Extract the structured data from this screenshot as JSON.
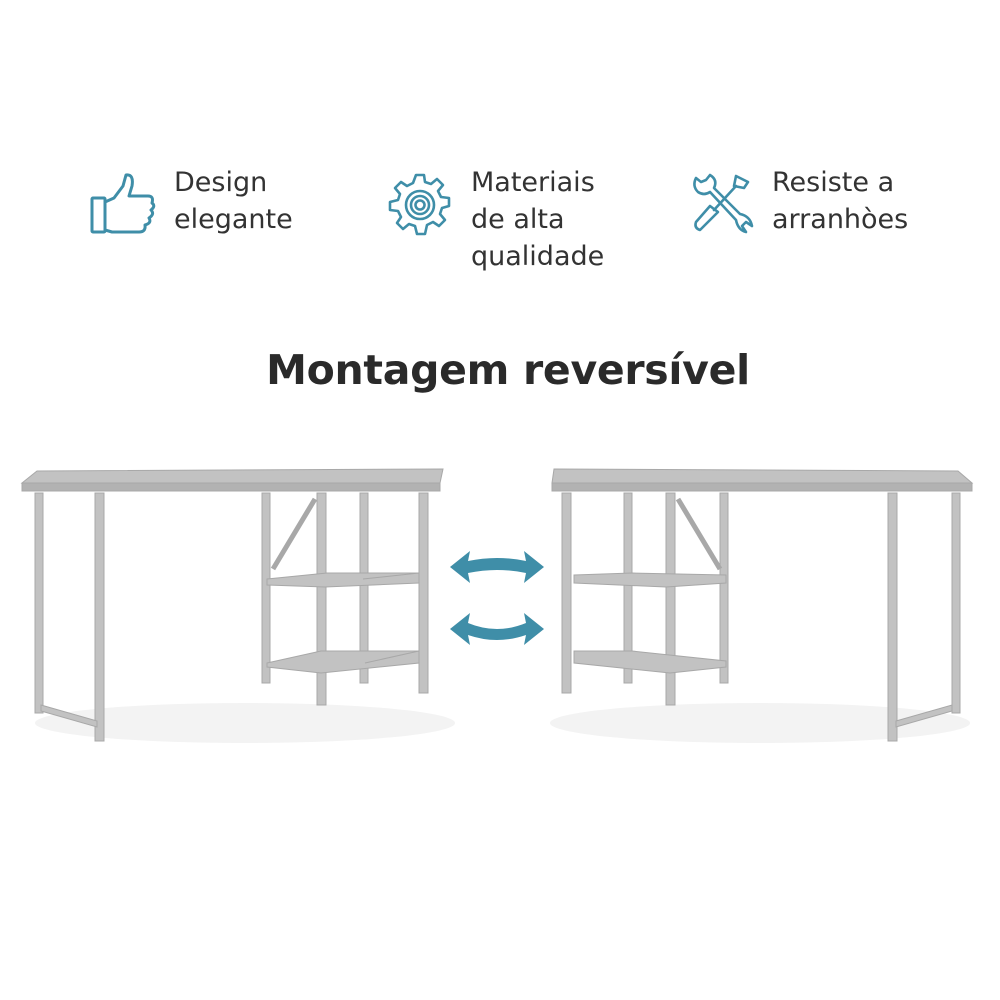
{
  "features": [
    {
      "icon": "thumbs-up-icon",
      "lines": [
        "Design",
        "elegante"
      ]
    },
    {
      "icon": "gear-icon",
      "lines": [
        "Materiais",
        "de alta",
        "qualidade"
      ]
    },
    {
      "icon": "wrench-screwdriver-icon",
      "lines": [
        "Resiste a",
        "arranhòes"
      ]
    }
  ],
  "title": "Montagem reversível",
  "colors": {
    "icon_accent": "#3f8ea8",
    "arrow_accent": "#3f8ea8",
    "desk_gray": "#bdbdbd",
    "text": "#333333"
  },
  "illustration": {
    "left_desk": "desk-shelves-right",
    "right_desk": "desk-shelves-left",
    "swap_icon": "swap-arrows-icon"
  }
}
